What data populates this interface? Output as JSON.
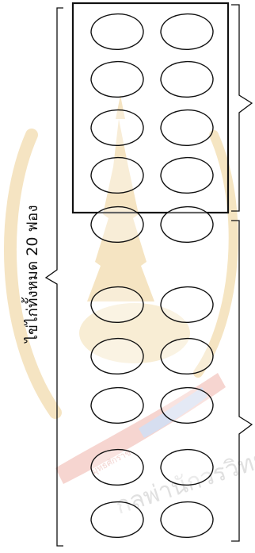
{
  "caption": "ไข่ไก่ทั้งหมด 20 ฟอง",
  "watermark": {
    "text": "กลพ่านักวรวิทยา",
    "ribbon_text": "มุทธศักราช",
    "colors": {
      "gold": "#f2dcae",
      "rose": "#f3c7c1",
      "blue": "#c9d3ec",
      "grey": "#d6d6d6"
    }
  },
  "egg_count": 20,
  "egg_columns": 2,
  "egg_rows": 10,
  "boxed_egg_count": 8,
  "colors": {
    "ink": "#111111",
    "background": "#ffffff"
  }
}
